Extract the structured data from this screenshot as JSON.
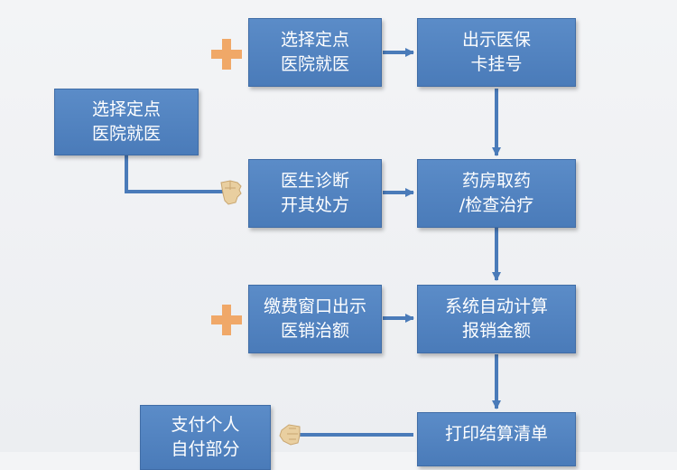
{
  "nodes": {
    "select_hospital_top": [
      "选择定点",
      "医院就医"
    ],
    "select_hospital_left": [
      "选择定点",
      "医院就医"
    ],
    "show_card": [
      "出示医保",
      "卡挂号"
    ],
    "diagnosis": [
      "医生诊断",
      "开其处方"
    ],
    "pharmacy": [
      "药房取药",
      "/检查治疗"
    ],
    "payment_window": [
      "缴费窗口出示",
      "医销治额"
    ],
    "auto_calc": [
      "系统自动计算",
      "报销金额"
    ],
    "pay_self": [
      "支付个人",
      "自付部分"
    ],
    "print_list": [
      "打印结算清单"
    ]
  },
  "colors": {
    "box": "#4a7bb9",
    "arrow": "#4a7bb9",
    "plus": "#f0a868",
    "hand": "#e9cfa0"
  },
  "icons": [
    "plus-icon",
    "hand-pointer-icon",
    "hand-pointer-left-icon"
  ]
}
